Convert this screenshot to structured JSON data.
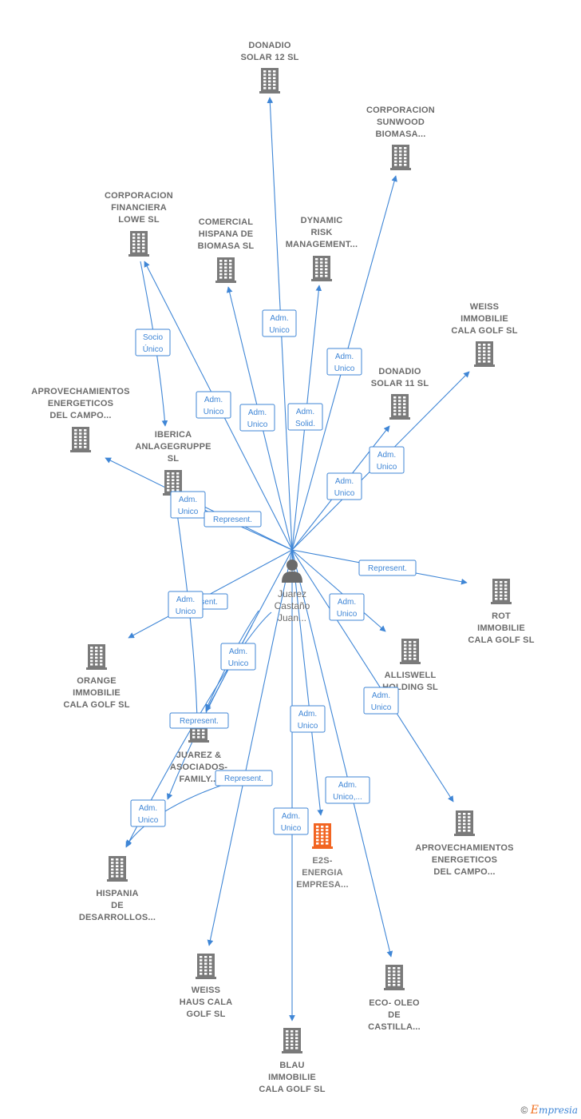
{
  "center": {
    "name": [
      "Juarez",
      "Castaño",
      "Juan..."
    ],
    "icon": "person-icon"
  },
  "companies": [
    {
      "id": "donadio12",
      "lines": [
        "DONADIO",
        "SOLAR 12 SL"
      ],
      "icon": "building-icon",
      "color": "#7a7a7a"
    },
    {
      "id": "sunwood",
      "lines": [
        "CORPORACION",
        "SUNWOOD",
        "BIOMASA..."
      ],
      "icon": "building-icon",
      "color": "#7a7a7a"
    },
    {
      "id": "lowe",
      "lines": [
        "CORPORACION",
        "FINANCIERA",
        "LOWE  SL"
      ],
      "icon": "building-icon",
      "color": "#7a7a7a"
    },
    {
      "id": "comercial",
      "lines": [
        "COMERCIAL",
        "HISPANA DE",
        "BIOMASA  SL"
      ],
      "icon": "building-icon",
      "color": "#7a7a7a"
    },
    {
      "id": "dynamic",
      "lines": [
        "DYNAMIC",
        "RISK",
        "MANAGEMENT..."
      ],
      "icon": "building-icon",
      "color": "#7a7a7a"
    },
    {
      "id": "weissimm",
      "lines": [
        "WEISS",
        "IMMOBILIE",
        "CALA GOLF  SL"
      ],
      "icon": "building-icon",
      "color": "#7a7a7a"
    },
    {
      "id": "aprov1",
      "lines": [
        "APROVECHAMIENTOS",
        "ENERGETICOS",
        "DEL CAMPO..."
      ],
      "icon": "building-icon",
      "color": "#7a7a7a"
    },
    {
      "id": "donadio11",
      "lines": [
        "DONADIO",
        "SOLAR 11 SL"
      ],
      "icon": "building-icon",
      "color": "#7a7a7a"
    },
    {
      "id": "iberica",
      "lines": [
        "IBERICA",
        "ANLAGEGRUPPE",
        "SL"
      ],
      "icon": "building-icon",
      "color": "#7a7a7a"
    },
    {
      "id": "rot",
      "lines": [
        "ROT",
        "IMMOBILIE",
        "CALA GOLF  SL"
      ],
      "icon": "building-icon",
      "color": "#7a7a7a"
    },
    {
      "id": "orange",
      "lines": [
        "ORANGE",
        "IMMOBILIE",
        "CALA GOLF SL"
      ],
      "icon": "building-icon",
      "color": "#7a7a7a"
    },
    {
      "id": "alliswell",
      "lines": [
        "ALLISWELL",
        "HOLDING SL"
      ],
      "icon": "building-icon",
      "color": "#7a7a7a"
    },
    {
      "id": "juarezasoc",
      "lines": [
        "JUAREZ &",
        "ASOCIADOS-",
        "FAMILY..."
      ],
      "icon": "building-icon",
      "color": "#7a7a7a"
    },
    {
      "id": "aprov2",
      "lines": [
        "APROVECHAMIENTOS",
        "ENERGETICOS",
        "DEL CAMPO..."
      ],
      "icon": "building-icon",
      "color": "#7a7a7a"
    },
    {
      "id": "e2s",
      "lines": [
        "E2S-",
        "ENERGIA",
        "EMPRESA..."
      ],
      "icon": "building-icon",
      "color": "#f26522",
      "highlight": true
    },
    {
      "id": "hispania",
      "lines": [
        "HISPANIA",
        "DE",
        "DESARROLLOS..."
      ],
      "icon": "building-icon",
      "color": "#7a7a7a"
    },
    {
      "id": "weisshaus",
      "lines": [
        "WEISS",
        "HAUS CALA",
        "GOLF  SL"
      ],
      "icon": "building-icon",
      "color": "#7a7a7a"
    },
    {
      "id": "ecooleo",
      "lines": [
        "ECO- OLEO",
        "DE",
        "CASTILLA..."
      ],
      "icon": "building-icon",
      "color": "#7a7a7a"
    },
    {
      "id": "blau",
      "lines": [
        "BLAU",
        "IMMOBILIE",
        "CALA GOLF  SL"
      ],
      "icon": "building-icon",
      "color": "#7a7a7a"
    }
  ],
  "edge_labels": [
    {
      "id": "l_socio",
      "lines": [
        "Socio",
        "Único"
      ]
    },
    {
      "id": "l_donadio12",
      "lines": [
        "Adm.",
        "Unico"
      ]
    },
    {
      "id": "l_sunwood",
      "lines": [
        "Adm.",
        "Unico"
      ]
    },
    {
      "id": "l_lowe",
      "lines": [
        "Adm.",
        "Unico"
      ]
    },
    {
      "id": "l_comercial",
      "lines": [
        "Adm.",
        "Unico"
      ]
    },
    {
      "id": "l_dynamic",
      "lines": [
        "Adm.",
        "Solid."
      ]
    },
    {
      "id": "l_donadio11",
      "lines": [
        "Adm.",
        "Unico"
      ]
    },
    {
      "id": "l_weissimm",
      "lines": [
        "Adm.",
        "Unico"
      ]
    },
    {
      "id": "l_iberica",
      "lines": [
        "Adm.",
        "Unico"
      ]
    },
    {
      "id": "l_repr_iberica",
      "lines": [
        "Represent."
      ]
    },
    {
      "id": "l_repr_rot",
      "lines": [
        "Represent."
      ]
    },
    {
      "id": "l_alliswell",
      "lines": [
        "Adm.",
        "Unico"
      ]
    },
    {
      "id": "l_repr_orange",
      "lines": [
        "Represent."
      ]
    },
    {
      "id": "l_orange",
      "lines": [
        "Adm.",
        "Unico"
      ]
    },
    {
      "id": "l_juarez",
      "lines": [
        "Adm.",
        "Unico"
      ]
    },
    {
      "id": "l_aprov2",
      "lines": [
        "Adm.",
        "Unico"
      ]
    },
    {
      "id": "l_repr_juarez",
      "lines": [
        "Represent."
      ]
    },
    {
      "id": "l_e2s",
      "lines": [
        "Adm.",
        "Unico"
      ]
    },
    {
      "id": "l_ecooleo",
      "lines": [
        "Adm.",
        "Unico,..."
      ]
    },
    {
      "id": "l_repr_weisshaus",
      "lines": [
        "Represent."
      ]
    },
    {
      "id": "l_hispania",
      "lines": [
        "Adm.",
        "Unico"
      ]
    },
    {
      "id": "l_blau",
      "lines": [
        "Adm.",
        "Unico"
      ]
    }
  ],
  "branding": {
    "copyright": "©",
    "first_letter": "E",
    "rest": "mpresia"
  }
}
